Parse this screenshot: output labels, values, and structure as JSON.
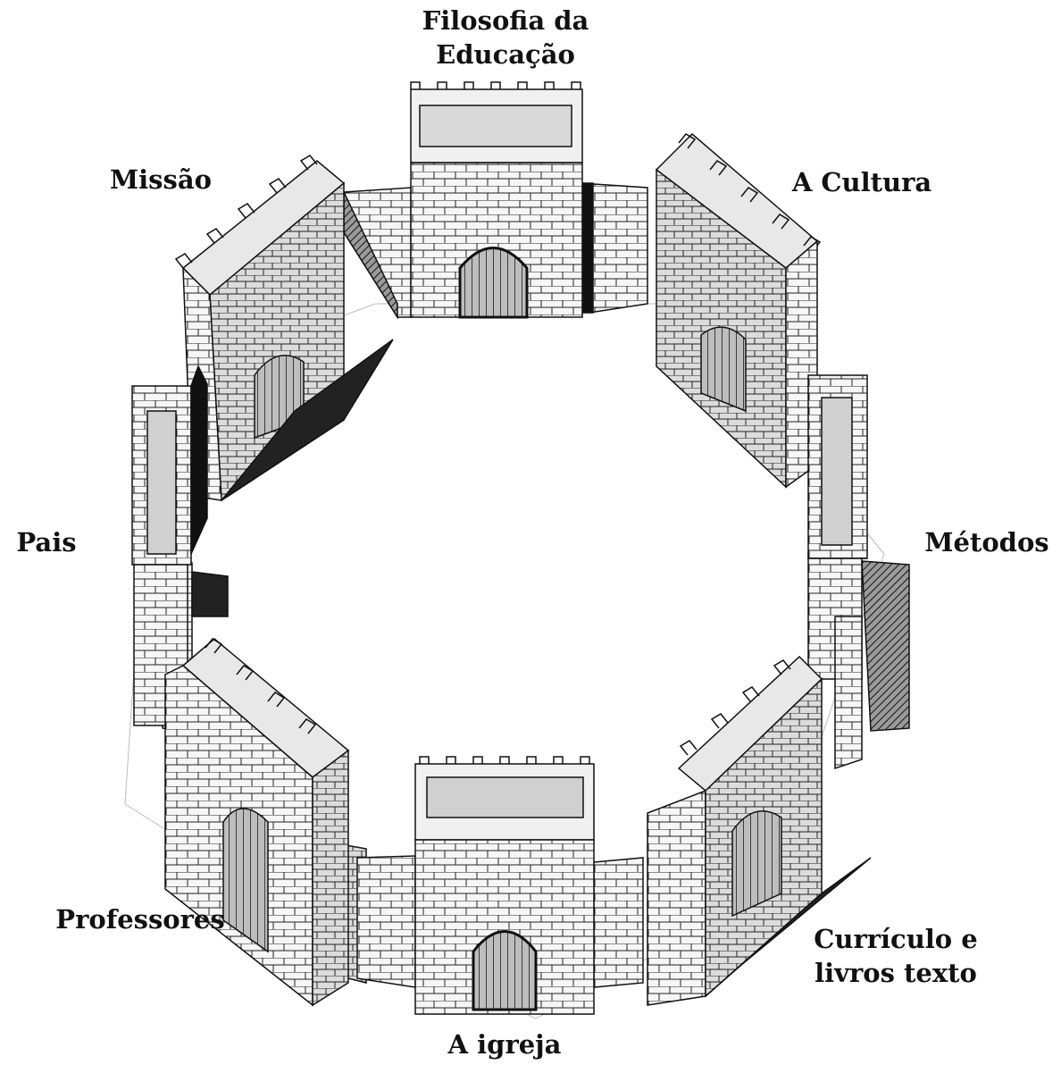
{
  "figure": {
    "labels": {
      "filosofia": [
        "Filosofia da",
        "Educação"
      ],
      "missao": "Missão",
      "cultura": "A Cultura",
      "pais": "Pais",
      "metodos": "Métodos",
      "professores": "Professores",
      "curriculo": [
        "Currículo e",
        "livros texto"
      ],
      "igreja": "A igreja"
    },
    "colors": {
      "ink": "#111111",
      "stone": "#f3f3f3",
      "shade": "#555555",
      "dark": "#1a1a1a"
    }
  }
}
